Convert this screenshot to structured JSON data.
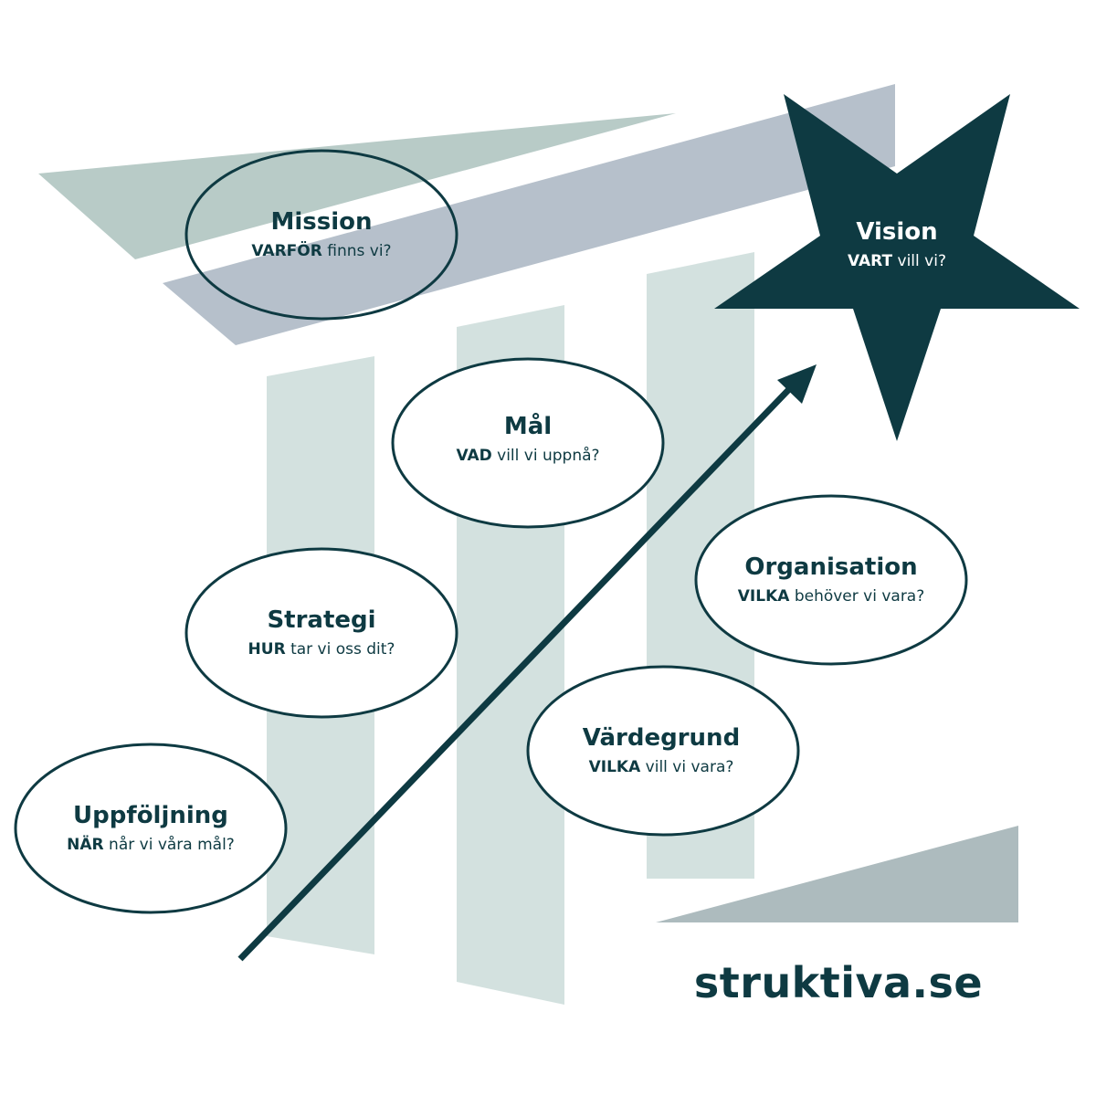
{
  "colors": {
    "dark_teal": "#0e3a42",
    "sage_band": "#b8cbc7",
    "slate_band": "#b6c0cb",
    "pale_column": "#d3e1df",
    "wedge": "#adbbbe"
  },
  "nodes": {
    "mission": {
      "title": "Mission",
      "keyword": "VARFÖR",
      "rest": "finns vi?"
    },
    "vision": {
      "title": "Vision",
      "keyword": "VART",
      "rest": "vill vi?"
    },
    "mal": {
      "title": "Mål",
      "keyword": "VAD",
      "rest": "vill vi uppnå?"
    },
    "strategi": {
      "title": "Strategi",
      "keyword": "HUR",
      "rest": "tar vi oss dit?"
    },
    "organisation": {
      "title": "Organisation",
      "keyword": "VILKA",
      "rest": "behöver vi vara?"
    },
    "vardegrund": {
      "title": "Värdegrund",
      "keyword": "VILKA",
      "rest": "vill vi vara?"
    },
    "uppfoljning": {
      "title": "Uppföljning",
      "keyword": "NÄR",
      "rest": "når vi våra mål?"
    }
  },
  "brand": "struktiva.se"
}
